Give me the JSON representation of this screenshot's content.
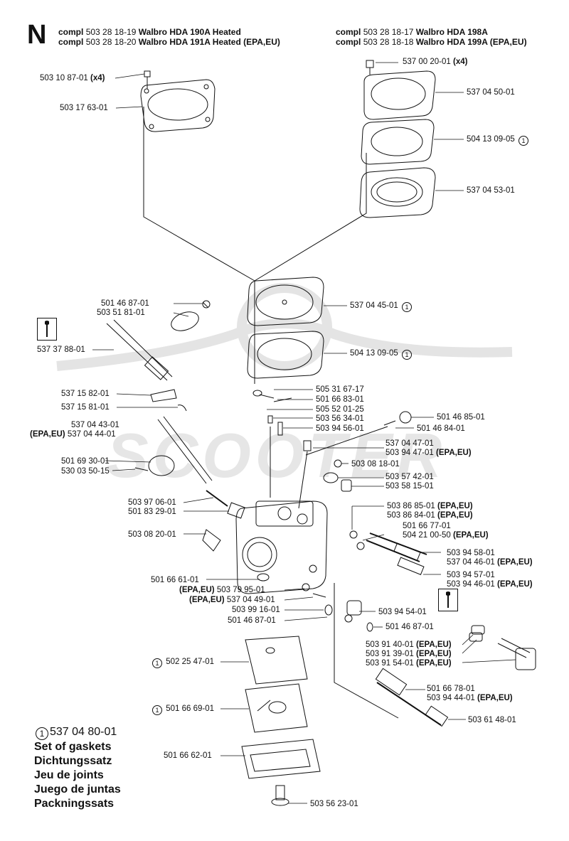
{
  "header": {
    "letter": "N",
    "left": [
      {
        "prefix": "compl",
        "num": "503 28 18-19",
        "name": "Walbro HDA 190A Heated"
      },
      {
        "prefix": "compl",
        "num": "503 28 18-20",
        "name": "Walbro HDA 191A Heated (EPA,EU)"
      }
    ],
    "right": [
      {
        "prefix": "compl",
        "num": "503 28 18-17",
        "name": "Walbro HDA 198A"
      },
      {
        "prefix": "compl",
        "num": "503 28 18-18",
        "name": "Walbro HDA 199A (EPA,EU)"
      }
    ]
  },
  "watermark": "SCOOTER",
  "labels": [
    {
      "num": "503 10 87-01",
      "bold": "(x4)"
    },
    {
      "num": "503 17 63-01"
    },
    {
      "num": "537 00 20-01",
      "bold": "(x4)"
    },
    {
      "num": "537 04 50-01"
    },
    {
      "num": "504 13 09-05",
      "mark": "1"
    },
    {
      "num": "537 04 53-01"
    },
    {
      "num": "537 04 45-01",
      "mark": "1"
    },
    {
      "num": "504 13 09-05",
      "mark": "1"
    },
    {
      "num": "501 46 87-01"
    },
    {
      "num": "503 51 81-01"
    },
    {
      "num": "537 37 88-01"
    },
    {
      "num": "537 15 82-01"
    },
    {
      "num": "537 15 81-01"
    },
    {
      "num": "505 31 67-17"
    },
    {
      "num": "501 66 83-01"
    },
    {
      "num": "505 52 01-25"
    },
    {
      "num": "503 56 34-01"
    },
    {
      "num": "503 94 56-01"
    },
    {
      "num": "501 46 85-01"
    },
    {
      "num": "501 46 84-01"
    },
    {
      "num": "537 04 43-01"
    },
    {
      "pre": "(EPA,EU)",
      "num": "537 04 44-01"
    },
    {
      "num": "537 04 47-01"
    },
    {
      "num": "503 94 47-01",
      "bold": "(EPA,EU)"
    },
    {
      "num": "501 69 30-01"
    },
    {
      "num": "530 03 50-15"
    },
    {
      "num": "503 08 18-01"
    },
    {
      "num": "503 57 42-01"
    },
    {
      "num": "503 58 15-01"
    },
    {
      "num": "503 97 06-01"
    },
    {
      "num": "501 83 29-01"
    },
    {
      "num": "503 86 85-01",
      "bold": "(EPA,EU)"
    },
    {
      "num": "503 86 84-01",
      "bold": "(EPA,EU)"
    },
    {
      "num": "501 66 77-01"
    },
    {
      "num": "504 21 00-50",
      "bold": "(EPA,EU)"
    },
    {
      "num": "503 08 20-01"
    },
    {
      "num": "503 94 58-01"
    },
    {
      "num": "537 04 46-01",
      "bold": "(EPA,EU)"
    },
    {
      "num": "503 94 57-01"
    },
    {
      "num": "503 94 46-01",
      "bold": "(EPA,EU)"
    },
    {
      "num": "501 66 61-01"
    },
    {
      "pre": "(EPA,EU)",
      "num": "503 79 95-01"
    },
    {
      "pre": "(EPA,EU)",
      "num": "537 04 49-01"
    },
    {
      "num": "503 99 16-01"
    },
    {
      "num": "501 46 87-01"
    },
    {
      "num": "503 94 54-01"
    },
    {
      "num": "501 46 87-01"
    },
    {
      "num": "503 91 40-01",
      "bold": "(EPA,EU)"
    },
    {
      "num": "503 91 39-01",
      "bold": "(EPA,EU)"
    },
    {
      "num": "503 91 54-01",
      "bold": "(EPA,EU)"
    },
    {
      "mark": "1",
      "num": "502 25 47-01"
    },
    {
      "num": "501 66 78-01"
    },
    {
      "num": "503 94 44-01",
      "bold": "(EPA,EU)"
    },
    {
      "mark": "1",
      "num": "501 66 69-01"
    },
    {
      "num": "503 61 48-01"
    },
    {
      "num": "501 66 62-01"
    },
    {
      "num": "503 56 23-01"
    }
  ],
  "kit": {
    "mark": "1",
    "num": "537 04 80-01",
    "lines": [
      "Set of gaskets",
      "Dichtungssatz",
      "Jeu de joints",
      "Juego de juntas",
      "Packningssats"
    ]
  },
  "icons": [
    "wrench-icon",
    "wrench-icon"
  ]
}
